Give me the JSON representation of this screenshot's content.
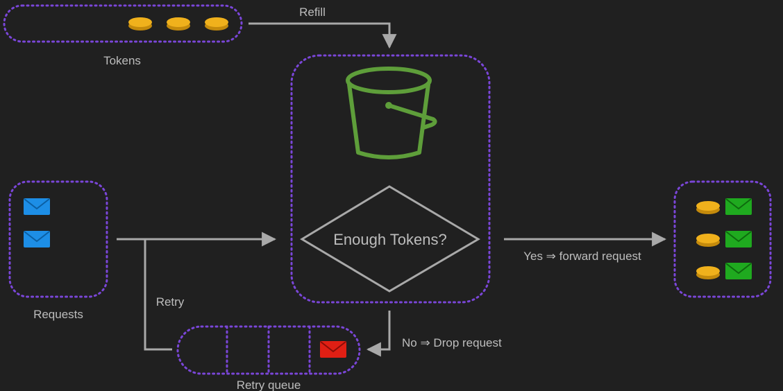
{
  "colors": {
    "background": "#202020",
    "dotted_border": "#7a46d8",
    "line": "#a9a9a9",
    "text": "#bdbdbd",
    "bucket": "#5e9e3a",
    "token": "#f0b11c",
    "request_envelope": "#1d8ee6",
    "forward_envelope": "#1faa1f",
    "drop_envelope": "#e01f14"
  },
  "labels": {
    "refill": "Refill",
    "tokens": "Tokens",
    "requests": "Requests",
    "retry": "Retry",
    "decision": "Enough Tokens?",
    "yes_branch": "Yes ⇒ forward request",
    "no_branch": "No ⇒ Drop request",
    "retry_queue": "Retry queue"
  },
  "icons": {
    "bucket": "bucket-icon",
    "token": "coin-icon",
    "request": "envelope-icon"
  },
  "counts": {
    "tokens_in_pool": 3,
    "incoming_requests": 2,
    "forwarded_requests": 3,
    "queue_slots": 4,
    "queued_requests": 1
  }
}
